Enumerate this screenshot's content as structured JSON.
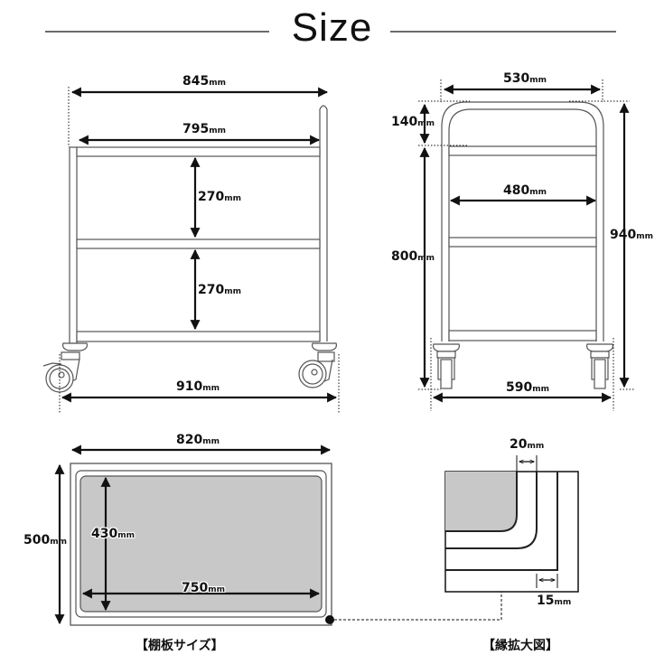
{
  "title": "Size",
  "front_view": {
    "overall_width": {
      "value": "845",
      "unit": "mm"
    },
    "inner_width": {
      "value": "795",
      "unit": "mm"
    },
    "shelf_gap_upper": {
      "value": "270",
      "unit": "mm"
    },
    "shelf_gap_lower": {
      "value": "270",
      "unit": "mm"
    },
    "caster_width": {
      "value": "910",
      "unit": "mm"
    }
  },
  "side_view": {
    "handle_width": {
      "value": "530",
      "unit": "mm"
    },
    "handle_height": {
      "value": "140",
      "unit": "mm"
    },
    "inner_width": {
      "value": "480",
      "unit": "mm"
    },
    "shelf_top_height": {
      "value": "800",
      "unit": "mm"
    },
    "overall_height": {
      "value": "940",
      "unit": "mm"
    },
    "caster_width": {
      "value": "590",
      "unit": "mm"
    }
  },
  "shelf_plan": {
    "outer_width": {
      "value": "820",
      "unit": "mm"
    },
    "outer_depth": {
      "value": "500",
      "unit": "mm"
    },
    "inner_depth": {
      "value": "430",
      "unit": "mm"
    },
    "inner_width": {
      "value": "750",
      "unit": "mm"
    },
    "caption": "【棚板サイズ】"
  },
  "edge_detail": {
    "lip_width": {
      "value": "20",
      "unit": "mm"
    },
    "rim_width": {
      "value": "15",
      "unit": "mm"
    },
    "caption": "【縁拡大図】"
  },
  "colors": {
    "line": "#111111",
    "frame": "#555555",
    "shelf_fill": "#c8c8c8"
  }
}
